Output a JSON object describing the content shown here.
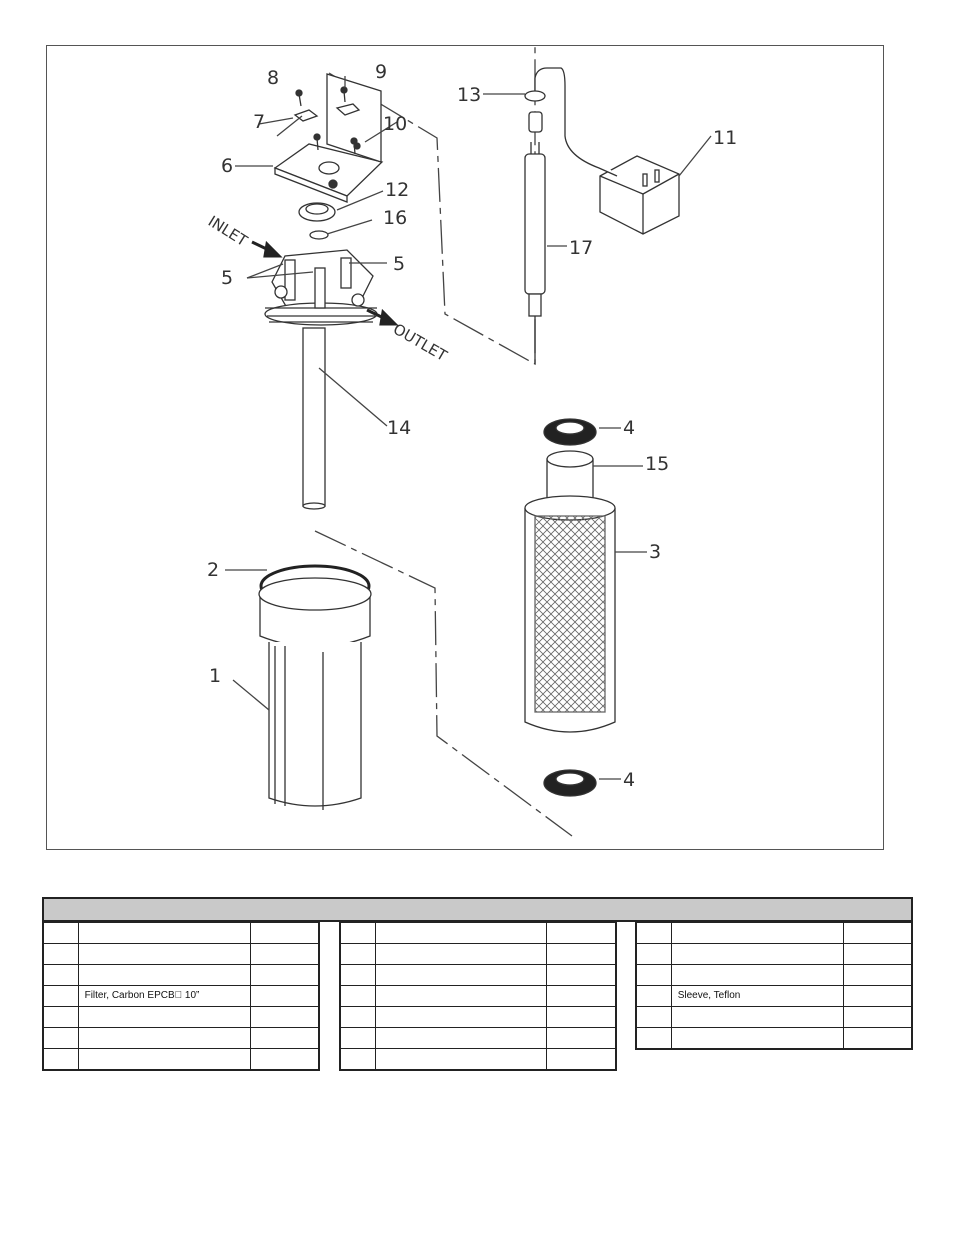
{
  "diagram": {
    "callouts": [
      "1",
      "2",
      "3",
      "4",
      "4",
      "5",
      "5",
      "6",
      "7",
      "8",
      "9",
      "10",
      "11",
      "12",
      "13",
      "14",
      "15",
      "16",
      "17"
    ],
    "flow_labels": {
      "inlet": "INLET",
      "outlet": "OUTLET"
    }
  },
  "parts_table": {
    "title": "",
    "columns": [
      {
        "rows": [
          {
            "no": "",
            "desc": "",
            "part": ""
          },
          {
            "no": "",
            "desc": "",
            "part": ""
          },
          {
            "no": "",
            "desc": "",
            "part": ""
          },
          {
            "no": "",
            "desc": "Filter, Carbon EPCB\u0000 10”",
            "part": ""
          },
          {
            "no": "",
            "desc": "",
            "part": ""
          },
          {
            "no": "",
            "desc": "",
            "part": ""
          },
          {
            "no": "",
            "desc": "",
            "part": ""
          }
        ]
      },
      {
        "rows": [
          {
            "no": "",
            "desc": "",
            "part": ""
          },
          {
            "no": "",
            "desc": "",
            "part": ""
          },
          {
            "no": "",
            "desc": "",
            "part": ""
          },
          {
            "no": "",
            "desc": "",
            "part": ""
          },
          {
            "no": "",
            "desc": "",
            "part": ""
          },
          {
            "no": "",
            "desc": "",
            "part": ""
          },
          {
            "no": "",
            "desc": "",
            "part": ""
          }
        ]
      },
      {
        "rows": [
          {
            "no": "",
            "desc": "",
            "part": ""
          },
          {
            "no": "",
            "desc": "",
            "part": ""
          },
          {
            "no": "",
            "desc": "",
            "part": ""
          },
          {
            "no": "",
            "desc": "Sleeve, Teflon",
            "part": ""
          },
          {
            "no": "",
            "desc": "",
            "part": ""
          },
          {
            "no": "",
            "desc": "",
            "part": ""
          }
        ]
      }
    ]
  }
}
